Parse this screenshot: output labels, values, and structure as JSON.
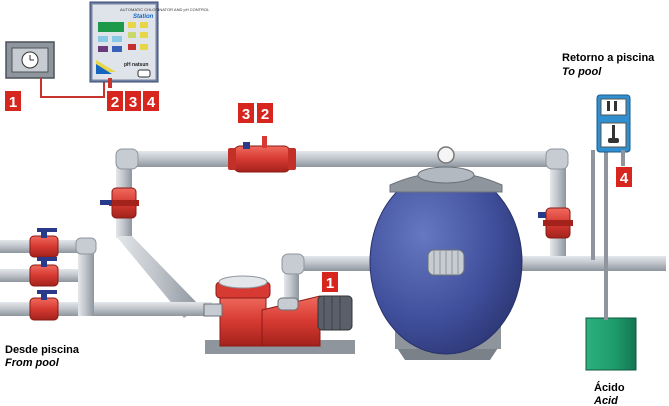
{
  "labels": {
    "return_main": "Retorno a piscina",
    "return_sub": "To pool",
    "from_main": "Desde piscina",
    "from_sub": "From pool",
    "acid_main": "Ácido",
    "acid_sub": "Acid"
  },
  "controller": {
    "brand": "Station",
    "model": "pH natsun",
    "header_text": "AUTOMATIC CHLORINATOR AND pH CONTROL"
  },
  "tags": {
    "timer": "1",
    "controller_a": "2",
    "controller_b": "3",
    "controller_c": "4",
    "cell_left": "3",
    "cell_right": "2",
    "pump": "1",
    "probe_panel": "4"
  },
  "colors": {
    "pipe": "#b8bec6",
    "tag": "#d7261e",
    "filter": "#3f4e9a",
    "valve": "#d63a32",
    "acid_tank": "#1e9a6a",
    "controller": "#6a7fa8",
    "probe_panel": "#2f8fd0"
  }
}
